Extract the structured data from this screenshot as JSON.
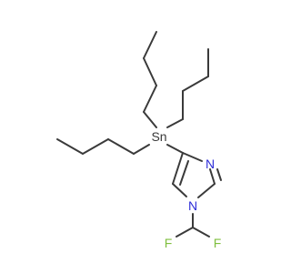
{
  "molecule": {
    "atoms": {
      "tin": "Sn",
      "ring_nitrogen_top": "N",
      "ring_nitrogen_bottom": "N",
      "fluorine_left": "F",
      "fluorine_right": "F"
    },
    "colors": {
      "bond": "#3a3a3a",
      "carbon_text": "#3a3a3a",
      "tin": "#3a3a3a",
      "nitrogen": "#2d2dd8",
      "fluorine": "#7fbf3f"
    }
  }
}
